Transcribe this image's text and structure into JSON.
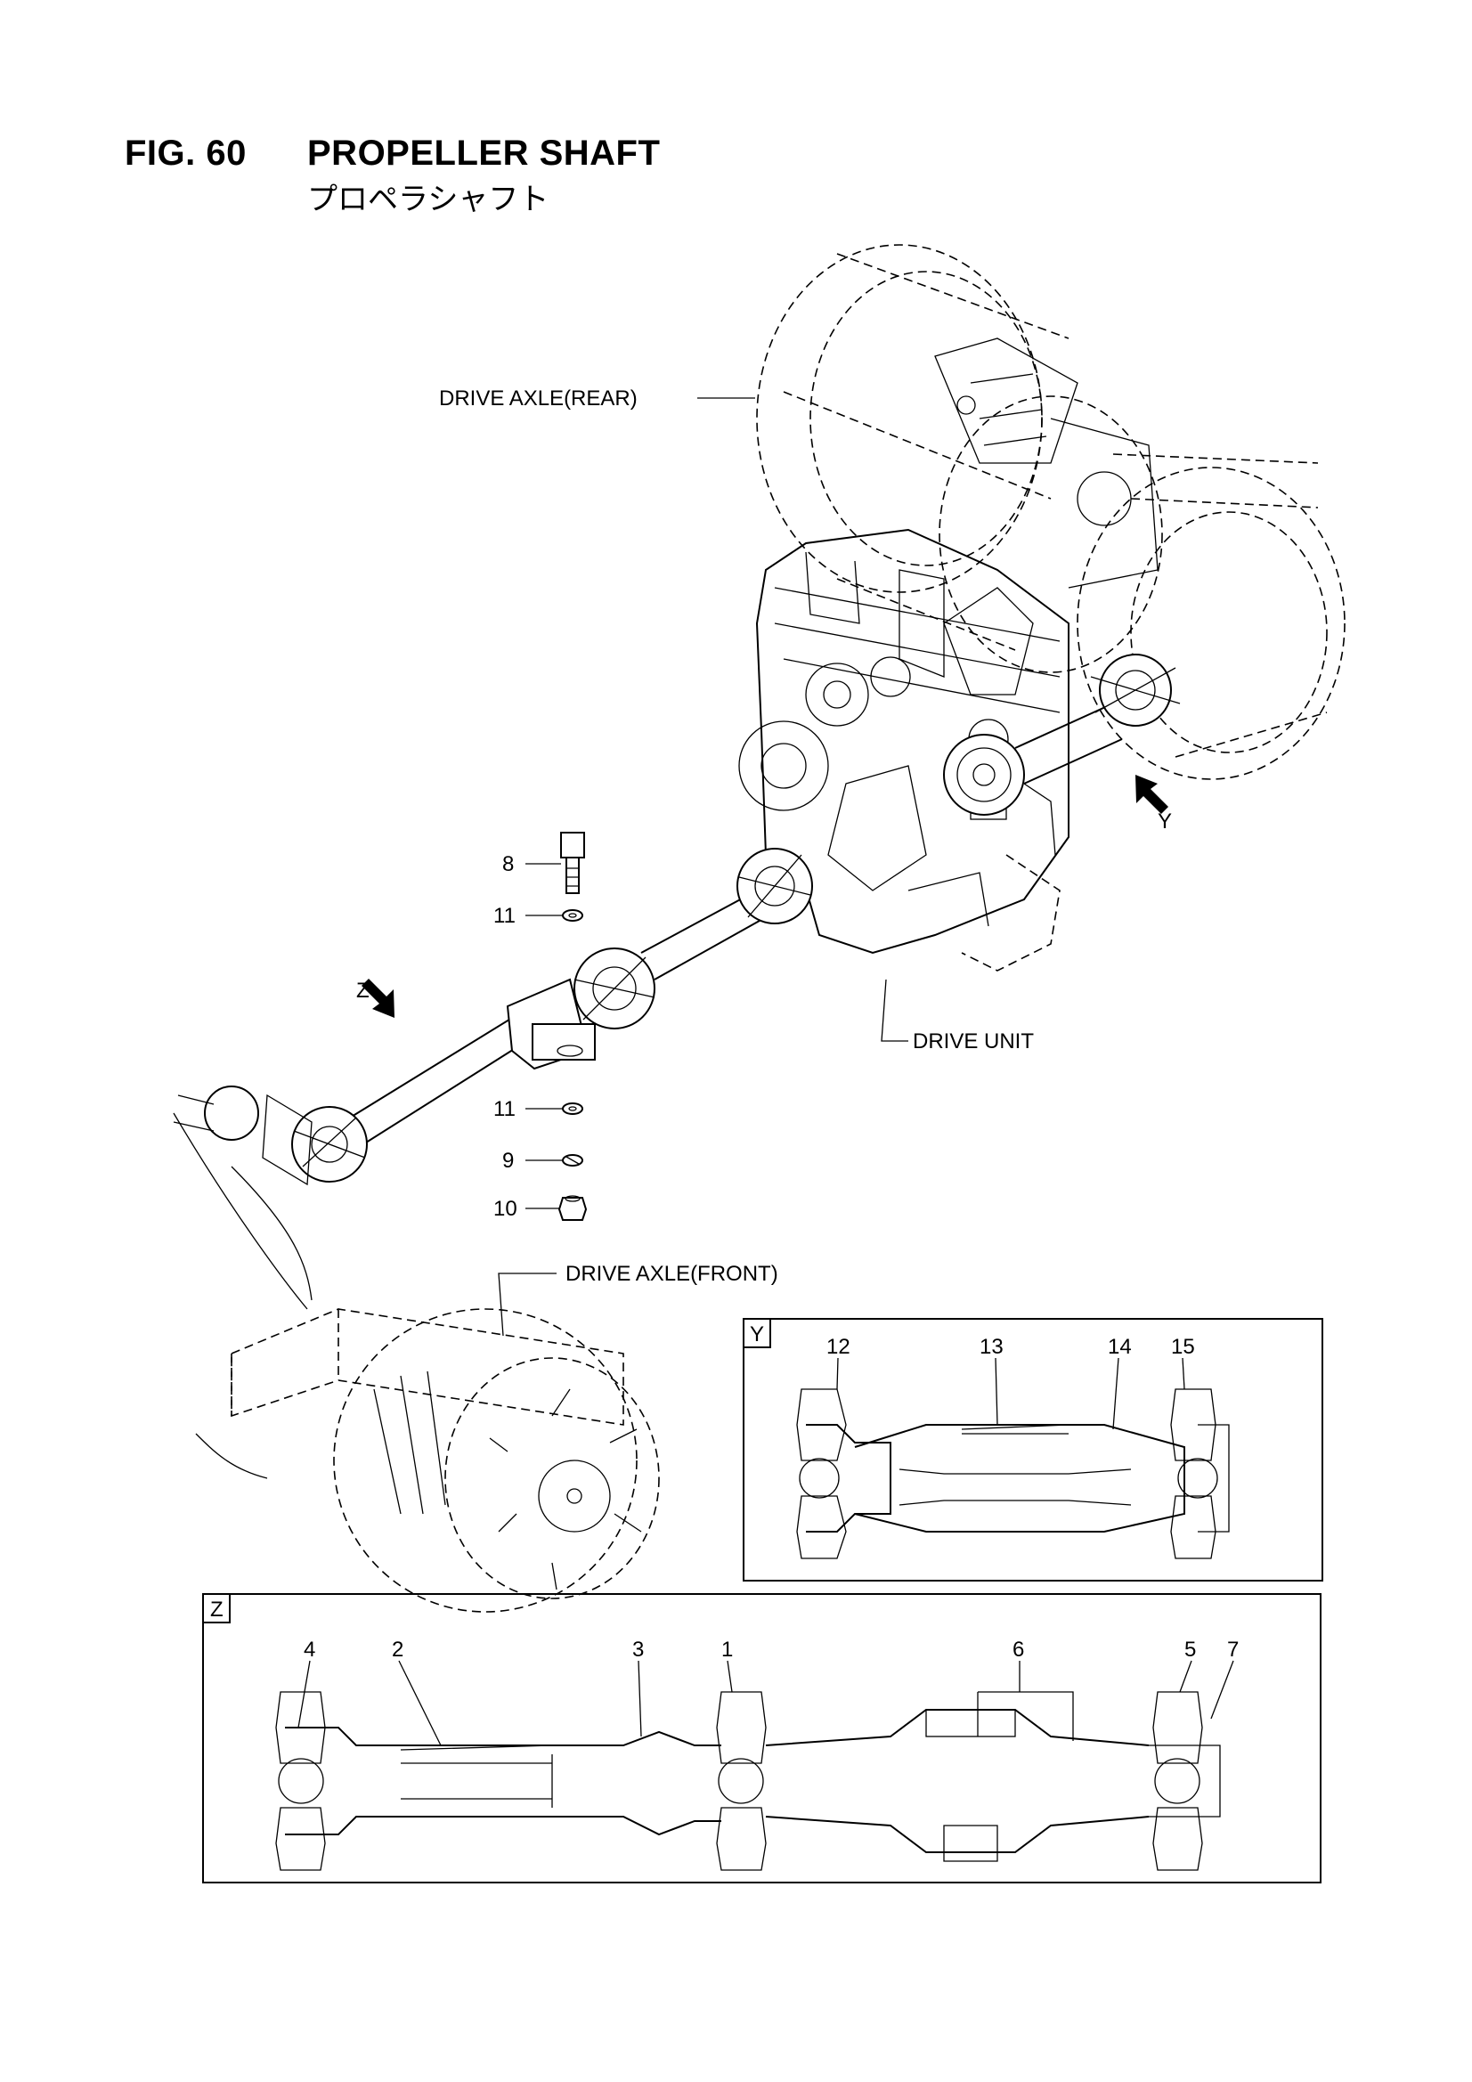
{
  "figure": {
    "number_label": "FIG. 60",
    "title": "PROPELLER SHAFT",
    "subtitle_jp": "プロペラシャフト"
  },
  "labels": {
    "drive_axle_rear": "DRIVE AXLE(REAR)",
    "drive_unit": "DRIVE UNIT",
    "drive_axle_front": "DRIVE AXLE(FRONT)",
    "view_y_arrow": "Y",
    "view_z_arrow": "Z"
  },
  "callouts_main": [
    "8",
    "11",
    "11",
    "9",
    "10"
  ],
  "view_y": {
    "tag": "Y",
    "callouts": [
      "12",
      "13",
      "14",
      "15"
    ]
  },
  "view_z": {
    "tag": "Z",
    "callouts": [
      "4",
      "2",
      "3",
      "1",
      "6",
      "5",
      "7"
    ]
  }
}
